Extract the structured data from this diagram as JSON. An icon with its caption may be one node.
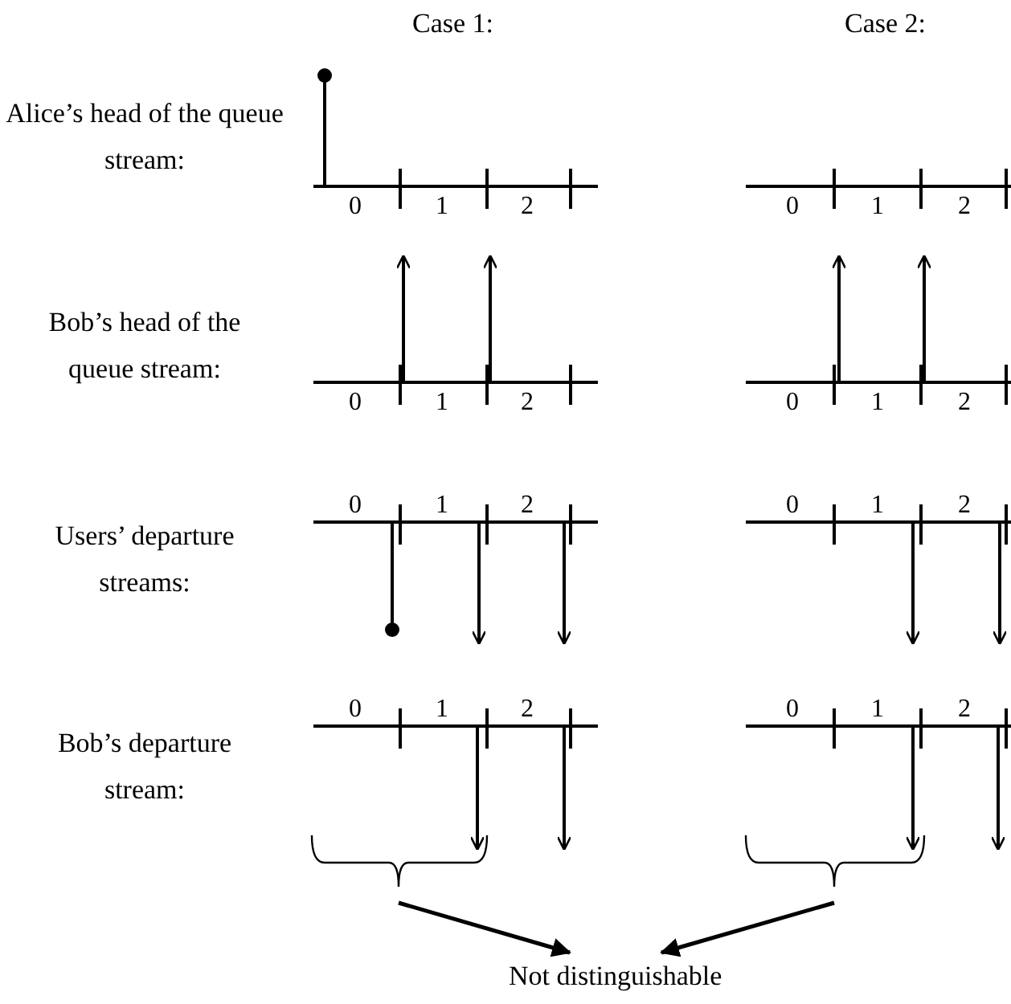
{
  "diagram": {
    "nodes": [
      {
        "text": [],
        "shape": "bracket"
      },
      {
        "text": [],
        "shape": "bracket"
      },
      {
        "text": [
          "Not distinguishable"
        ]
      }
    ],
    "edges": [
      {
        "from": 0,
        "to": 2,
        "arrow": "to"
      },
      {
        "from": 1,
        "to": 2,
        "arrow": "to"
      }
    ],
    "labels": [
      "Case 1:",
      "Case 2:",
      "Alice’s head of the queue stream:",
      "0",
      "1",
      "2",
      "0",
      "1",
      "2",
      "Bob’s head of the queue stream:",
      "0",
      "1",
      "2",
      "0",
      "1",
      "2",
      "Users’ departure streams:",
      "0",
      "1",
      "2",
      "0",
      "1",
      "2",
      "Bob’s departure stream:",
      "0",
      "1",
      "2",
      "0",
      "1",
      "2"
    ]
  }
}
